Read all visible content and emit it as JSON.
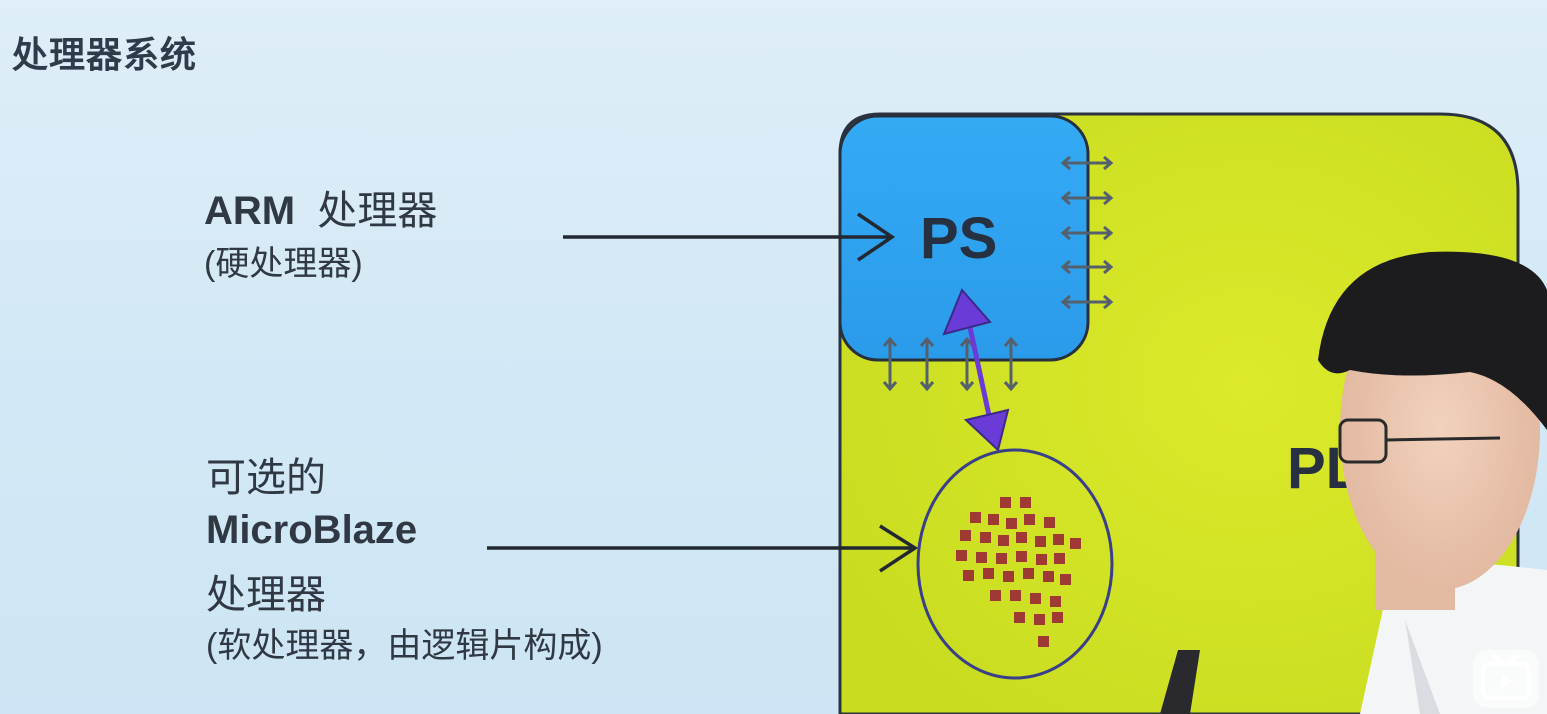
{
  "title": "处理器系统",
  "arm": {
    "name": "ARM",
    "type": "处理器",
    "note": "(硬处理器)"
  },
  "microblaze": {
    "prefix": "可选的",
    "name": "MicroBlaze",
    "type": "处理器",
    "note": "(软处理器，由逻辑片构成)"
  },
  "blocks": {
    "ps_label": "PS",
    "pl_label": "PL"
  },
  "colors": {
    "ps_fill": "#2ea3f2",
    "pl_fill": "#cfe023",
    "connector_accent": "#6a3bd6",
    "logic_slice": "#9e3a33"
  },
  "watermark_icon": "tv-play-icon"
}
